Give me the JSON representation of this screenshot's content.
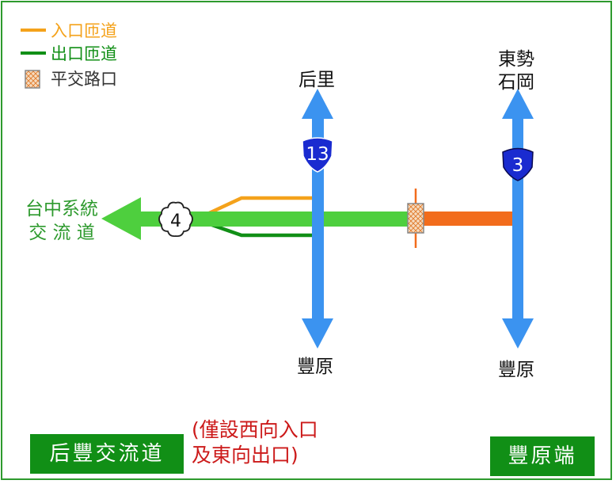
{
  "legend": {
    "entrance_ramp": "入口匝道",
    "exit_ramp": "出口匝道",
    "at_grade": "平交路口"
  },
  "places": {
    "north_left": "后里",
    "south_left": "豐原",
    "north_right_line1": "東勢",
    "north_right_line2": "石岡",
    "south_right": "豐原",
    "west_line1": "台中系統",
    "west_line2": "交 流 道"
  },
  "shields": {
    "freeway": "13",
    "provincial": "3",
    "expressway": "4"
  },
  "boxes": {
    "left": "后豐交流道",
    "right": "豐原端"
  },
  "note": {
    "line1": "(僅設西向入口",
    "line2": "及東向出口)"
  },
  "colors": {
    "entrance_ramp": "#f4a21b",
    "exit_ramp": "#118f16",
    "main_road": "#4ecf3e",
    "north_south_road": "#3b93f0",
    "local_road": "#f26c1c",
    "box_bg": "#118f16",
    "frame": "#2e9a2e",
    "note_text": "#cc1a1a"
  }
}
